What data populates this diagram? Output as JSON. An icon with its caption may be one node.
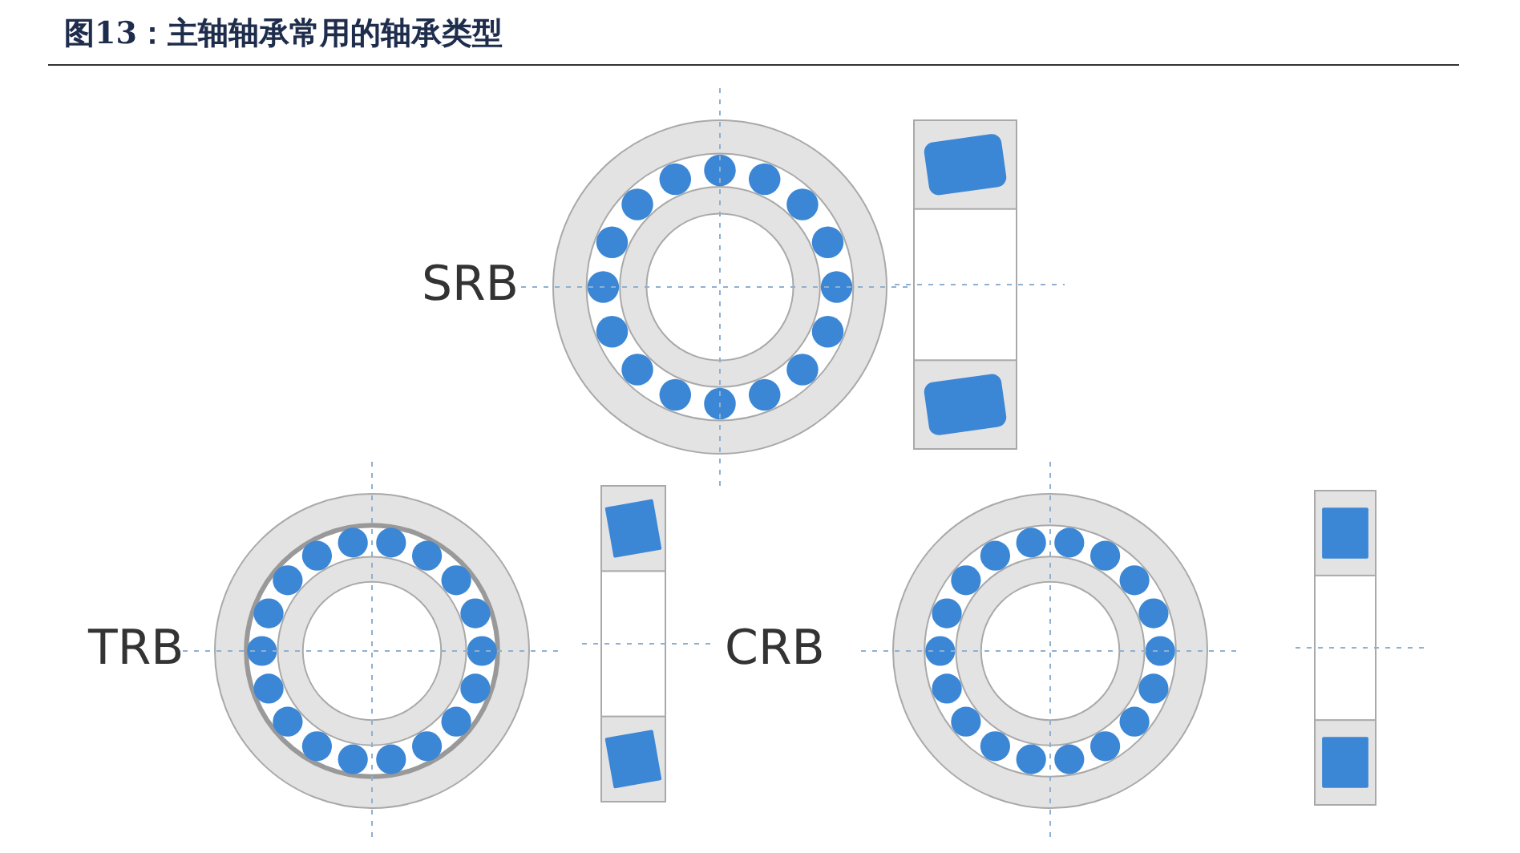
{
  "diagram": {
    "title": "图13：主轴轴承常用的轴承类型",
    "labels": [
      "SRB",
      "TRB",
      "CRB"
    ]
  }
}
